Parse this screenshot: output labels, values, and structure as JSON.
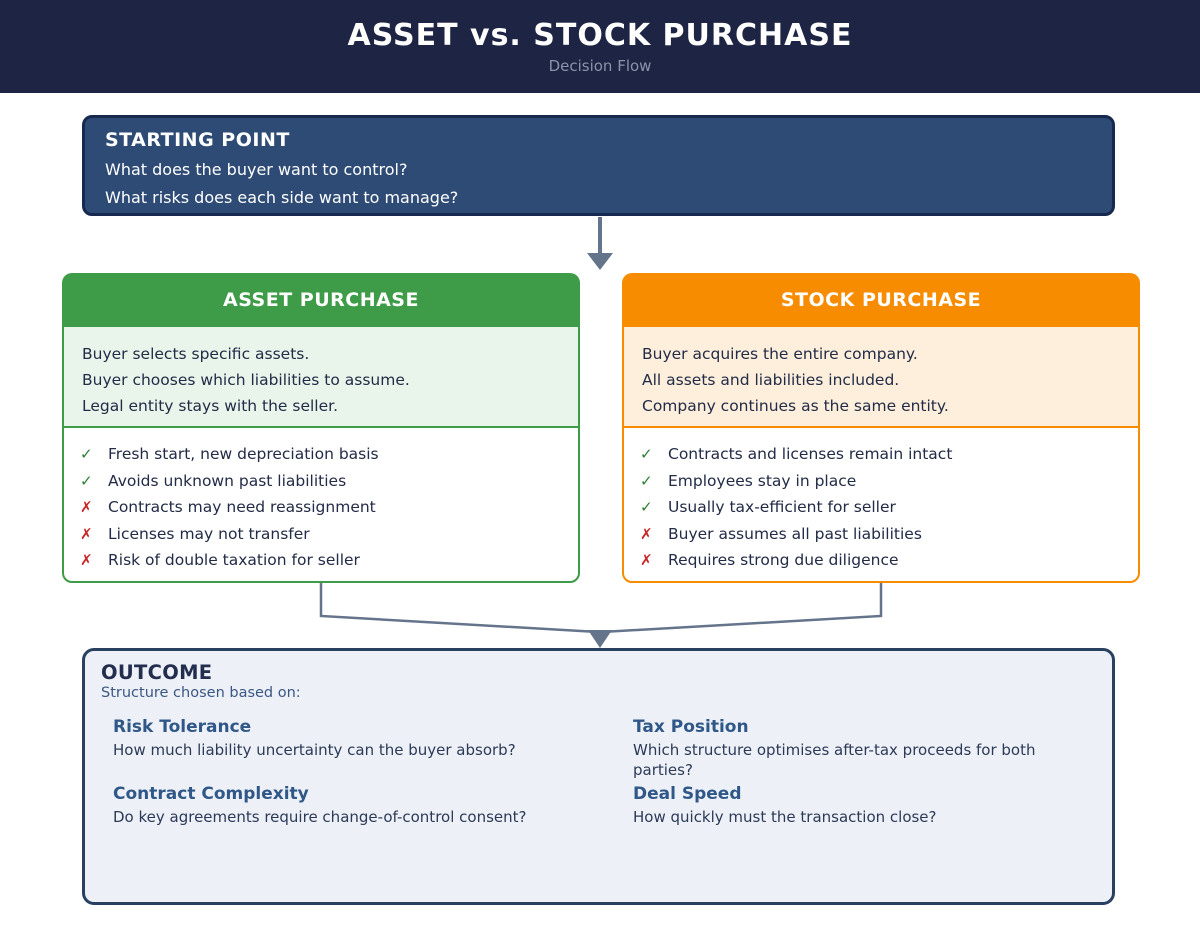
{
  "header": {
    "title": "ASSET vs. STOCK PURCHASE",
    "subtitle": "Decision Flow"
  },
  "starting_point": {
    "title": "STARTING POINT",
    "questions": [
      "What does the buyer want to control?",
      "What risks does each side want to manage?"
    ]
  },
  "glyphs": {
    "check": "✓",
    "cross": "✗"
  },
  "branches": [
    {
      "title": "ASSET PURCHASE",
      "accent": "#3e9b47",
      "tint": "#e9f5ea",
      "description": [
        "Buyer selects specific assets.",
        "Buyer chooses which liabilities to assume.",
        "Legal entity stays with the seller."
      ],
      "points": [
        {
          "mark": "check",
          "text": "Fresh start, new depreciation basis"
        },
        {
          "mark": "check",
          "text": "Avoids unknown past liabilities"
        },
        {
          "mark": "cross",
          "text": "Contracts may need reassignment"
        },
        {
          "mark": "cross",
          "text": "Licenses may not transfer"
        },
        {
          "mark": "cross",
          "text": "Risk of double taxation for seller"
        }
      ]
    },
    {
      "title": "STOCK PURCHASE",
      "accent": "#f78c00",
      "tint": "#fdefdc",
      "description": [
        "Buyer acquires the entire company.",
        "All assets and liabilities included.",
        "Company continues as the same entity."
      ],
      "points": [
        {
          "mark": "check",
          "text": "Contracts and licenses remain intact"
        },
        {
          "mark": "check",
          "text": "Employees stay in place"
        },
        {
          "mark": "check",
          "text": "Usually tax-efficient for seller"
        },
        {
          "mark": "cross",
          "text": "Buyer assumes all past liabilities"
        },
        {
          "mark": "cross",
          "text": "Requires strong due diligence"
        }
      ]
    }
  ],
  "outcome": {
    "title": "OUTCOME",
    "subtitle": "Structure chosen based on:",
    "factors": [
      {
        "title": "Risk Tolerance",
        "description": "How much liability uncertainty can the buyer absorb?"
      },
      {
        "title": "Tax Position",
        "description": "Which structure optimises after-tax proceeds for both parties?"
      },
      {
        "title": "Contract Complexity",
        "description": "Do key agreements require change-of-control consent?"
      },
      {
        "title": "Deal Speed",
        "description": "How quickly must the transaction close?"
      }
    ]
  },
  "colors": {
    "header_bg": "#1e2443",
    "header_subtitle": "#8b93a9",
    "start_fill": "#2e4b76",
    "start_border": "#17294e",
    "asset_accent": "#3e9b47",
    "asset_tint": "#e9f5ea",
    "stock_accent": "#f78c00",
    "stock_tint": "#fdefdc",
    "outcome_fill": "#edf1f7",
    "outcome_border": "#2a4060",
    "connector": "#64748b",
    "check": "#2e7d32",
    "cross": "#c62828",
    "body_text": "#222b47",
    "factor_heading": "#2f5788"
  }
}
